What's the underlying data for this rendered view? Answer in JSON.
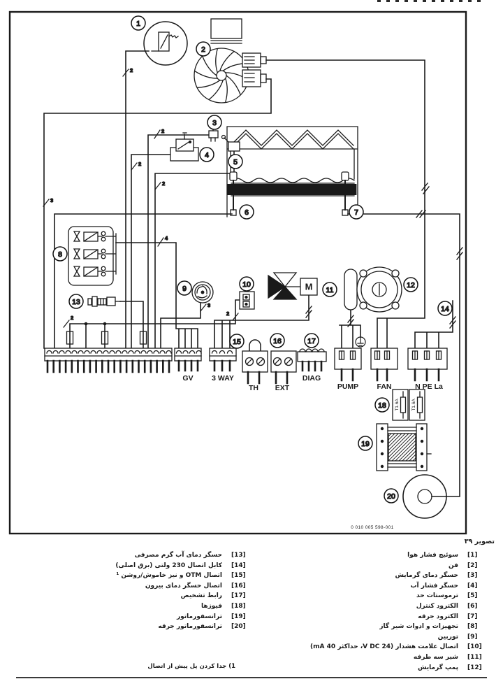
{
  "figure": {
    "code": "0 010 005 598-001",
    "caption": "تصویر ۳۹"
  },
  "diagram": {
    "callouts": [
      "1",
      "2",
      "3",
      "4",
      "5",
      "6",
      "7",
      "8",
      "9",
      "10",
      "11",
      "12",
      "13",
      "14",
      "15",
      "16",
      "17",
      "18",
      "19",
      "20"
    ],
    "connector_labels": {
      "gv": "GV",
      "three_way": "3 WAY",
      "th": "TH",
      "ext": "EXT",
      "diag": "DIAG",
      "pump": "PUMP",
      "fan": "FAN",
      "mains": "N PE La"
    },
    "fuse_rating": "T1.6A",
    "motor_label": "M",
    "wire_core_counts": {
      "two": "2",
      "three": "3",
      "four": "4"
    }
  },
  "legend": {
    "right_column": [
      {
        "num": "[1]",
        "text": "سوئیچ فشار هوا"
      },
      {
        "num": "[2]",
        "text": "فن"
      },
      {
        "num": "[3]",
        "text": "حسگر دمای گرمایش"
      },
      {
        "num": "[4]",
        "text": "حسگر فشار آب"
      },
      {
        "num": "[5]",
        "text": "ترموستات حد"
      },
      {
        "num": "[6]",
        "text": "الکترود کنترل"
      },
      {
        "num": "[7]",
        "text": "الکترود جرقه"
      },
      {
        "num": "[8]",
        "text": "تجهیزات و ادوات شیر گاز"
      },
      {
        "num": "[9]",
        "text": "توربین"
      },
      {
        "num": "[10]",
        "text": "اتصال علامت هشدار (24 V DC، حداکثر 40 mA)"
      },
      {
        "num": "[11]",
        "text": "شیر سه طرفه"
      },
      {
        "num": "[12]",
        "text": "پمپ گرمایش"
      }
    ],
    "left_column": [
      {
        "num": "[13]",
        "text": "حسگر دمای آب گرم مصرفی"
      },
      {
        "num": "[14]",
        "text": "کابل اتصال 230 ولتی (برق اصلی)"
      },
      {
        "num": "[15]",
        "text": "اتصال OTM و نیز خاموش/روشن ¹"
      },
      {
        "num": "[16]",
        "text": "اتصال حسگر دمای بیرون"
      },
      {
        "num": "[17]",
        "text": "رابط تشخیص"
      },
      {
        "num": "[18]",
        "text": "فیوزها"
      },
      {
        "num": "[19]",
        "text": "ترانسفورماتور"
      },
      {
        "num": "[20]",
        "text": "ترانسفورماتور جرقه"
      }
    ],
    "footnote": "1) جدا کردن پل پیش از اتصال"
  }
}
